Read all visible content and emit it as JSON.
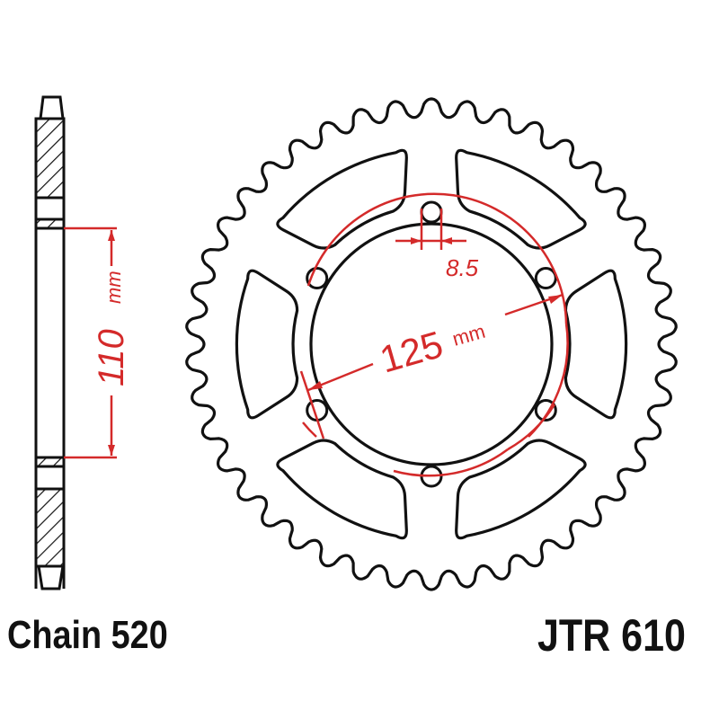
{
  "diagram": {
    "type": "sprocket-technical-drawing",
    "part_number": "JTR 610",
    "chain_label": "Chain 520",
    "dimensions": {
      "spline_or_hub_height": {
        "value": "110",
        "unit": "mm"
      },
      "bolt_circle_diameter": {
        "value": "125",
        "unit": "mm"
      },
      "bolt_hole_diameter": {
        "value": "8.5"
      }
    },
    "features": {
      "teeth_count_approx": 42,
      "bolt_holes": 6,
      "lightening_cutouts": 6
    },
    "colors": {
      "outline": "#111111",
      "dimension": "#d42a2a",
      "background": "#ffffff"
    }
  }
}
